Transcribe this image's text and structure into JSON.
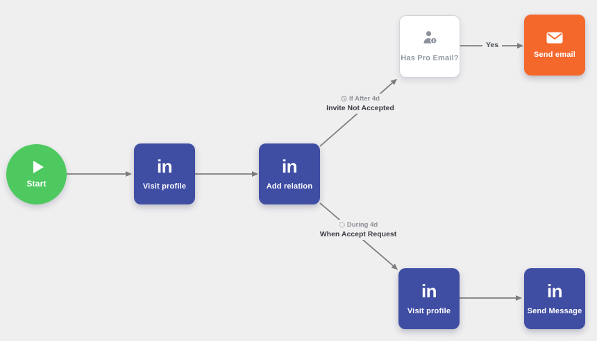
{
  "colors": {
    "background": "#efeff0",
    "node_indigo": "#3f4da3",
    "node_orange": "#f5682c",
    "node_green": "#4ec95f",
    "edge_gray": "#7d7d7d",
    "label_muted": "#8d9196",
    "label_dark": "#3b3e44"
  },
  "nodes": {
    "start": {
      "label": "Start",
      "icon": "play-icon"
    },
    "visit_profile_1": {
      "glyph": "in",
      "label": "Visit profile",
      "icon": "linkedin-icon"
    },
    "add_relation": {
      "glyph": "in",
      "label": "Add relation",
      "icon": "linkedin-icon"
    },
    "has_pro_email": {
      "label": "Has Pro Email?",
      "icon": "user-info-icon"
    },
    "send_email": {
      "label": "Send email",
      "icon": "envelope-icon"
    },
    "visit_profile_2": {
      "glyph": "in",
      "label": "Visit profile",
      "icon": "linkedin-icon"
    },
    "send_message": {
      "glyph": "in",
      "label": "Send Message",
      "icon": "linkedin-icon"
    }
  },
  "edge_labels": {
    "if_after": "If After 4d",
    "invite_not_accepted": "Invite Not Accepted",
    "during": "During 4d",
    "when_accept_request": "When Accept Request",
    "yes": "Yes"
  },
  "edges": [
    {
      "from": "start",
      "to": "visit_profile_1",
      "label": ""
    },
    {
      "from": "visit_profile_1",
      "to": "add_relation",
      "label": ""
    },
    {
      "from": "add_relation",
      "to": "has_pro_email",
      "label": "If After 4d — Invite Not Accepted"
    },
    {
      "from": "has_pro_email",
      "to": "send_email",
      "label": "Yes"
    },
    {
      "from": "add_relation",
      "to": "visit_profile_2",
      "label": "During 4d — When Accept Request"
    },
    {
      "from": "visit_profile_2",
      "to": "send_message",
      "label": ""
    }
  ]
}
